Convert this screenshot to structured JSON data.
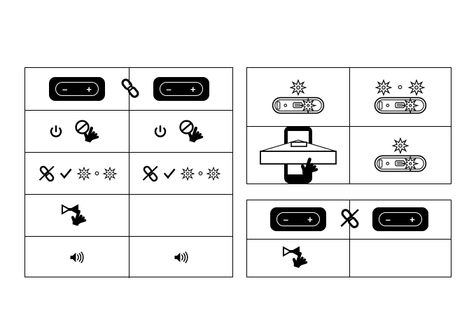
{
  "page": {
    "title": "Speaker pairing instruction pictogram sheet",
    "background_color": "#ffffff",
    "line_color": "#000000"
  },
  "icon_names": {
    "speaker": "bluetooth-speaker-icon",
    "speaker_minus": "volume-down-icon",
    "speaker_plus": "volume-up-icon",
    "link": "link-connected-icon",
    "link_broken": "link-broken-icon",
    "power": "power-button-icon",
    "prohibited": "prohibited-circle-icon",
    "hand": "hand-pointer-cursor-icon",
    "check": "checkmark-icon",
    "starburst": "starburst-flash-icon",
    "dot": "small-dot-icon",
    "volume": "speaker-volume-icon",
    "bowtie": "bowtie-pair-icon",
    "phone": "smartphone-icon",
    "banner": "notification-banner-icon"
  },
  "glyphs": {
    "minus": "–",
    "plus": "+",
    "power": "⏻",
    "check": "✔",
    "volume": "🔊"
  },
  "tables": [
    {
      "id": "left-table",
      "name": "pairing-steps-table",
      "rows": [
        {
          "name": "row-speakers-linked",
          "cells": [
            {
              "name": "cell-speaker-left",
              "content": "speaker-dark"
            },
            {
              "name": "cell-speaker-right-linked",
              "content": "speaker-dark"
            }
          ],
          "overlay": "link-connected-icon"
        },
        {
          "name": "row-power-prohibited",
          "cells": [
            {
              "name": "cell-power-tap-left",
              "content": "power+prohibited+hand"
            },
            {
              "name": "cell-power-tap-right",
              "content": "power+prohibited+hand"
            }
          ]
        },
        {
          "name": "row-unlink-confirm",
          "cells": [
            {
              "name": "cell-unlink-left",
              "content": "brokenlink+check+star+dot+star"
            },
            {
              "name": "cell-unlink-right",
              "content": "brokenlink+check+star+dot+star"
            }
          ]
        },
        {
          "name": "row-bowtie-tap",
          "cells": [
            {
              "name": "cell-bowtie-tap",
              "content": "bowtie+hand"
            },
            {
              "name": "cell-empty",
              "content": "empty"
            }
          ]
        },
        {
          "name": "row-volume",
          "cells": [
            {
              "name": "cell-volume-left",
              "content": "volume"
            },
            {
              "name": "cell-volume-right",
              "content": "volume"
            }
          ]
        }
      ]
    },
    {
      "id": "right-table-top",
      "name": "device-indicator-table",
      "rows": [
        {
          "name": "row-single-flash",
          "cells": [
            {
              "name": "cell-device-single-flash",
              "content": "star-over-device"
            },
            {
              "name": "cell-device-double-flash",
              "content": "twostars-over-device"
            }
          ]
        },
        {
          "name": "row-phone-banner",
          "cells": [
            {
              "name": "cell-phone-banner-tap",
              "content": "phone+banner+hand"
            },
            {
              "name": "cell-device-single-flash-2",
              "content": "star-over-device"
            }
          ]
        }
      ]
    },
    {
      "id": "right-table-bottom",
      "name": "unpair-steps-table",
      "rows": [
        {
          "name": "row-speakers-unlinked",
          "cells": [
            {
              "name": "cell-speaker-left-unlinked",
              "content": "speaker-dark"
            },
            {
              "name": "cell-speaker-right-unlinked",
              "content": "speaker-dark"
            }
          ],
          "overlay": "link-broken-icon"
        },
        {
          "name": "row-bowtie-tap-2",
          "cells": [
            {
              "name": "cell-bowtie-tap-2",
              "content": "bowtie+hand"
            },
            {
              "name": "cell-empty-2",
              "content": "empty"
            }
          ]
        }
      ]
    }
  ]
}
